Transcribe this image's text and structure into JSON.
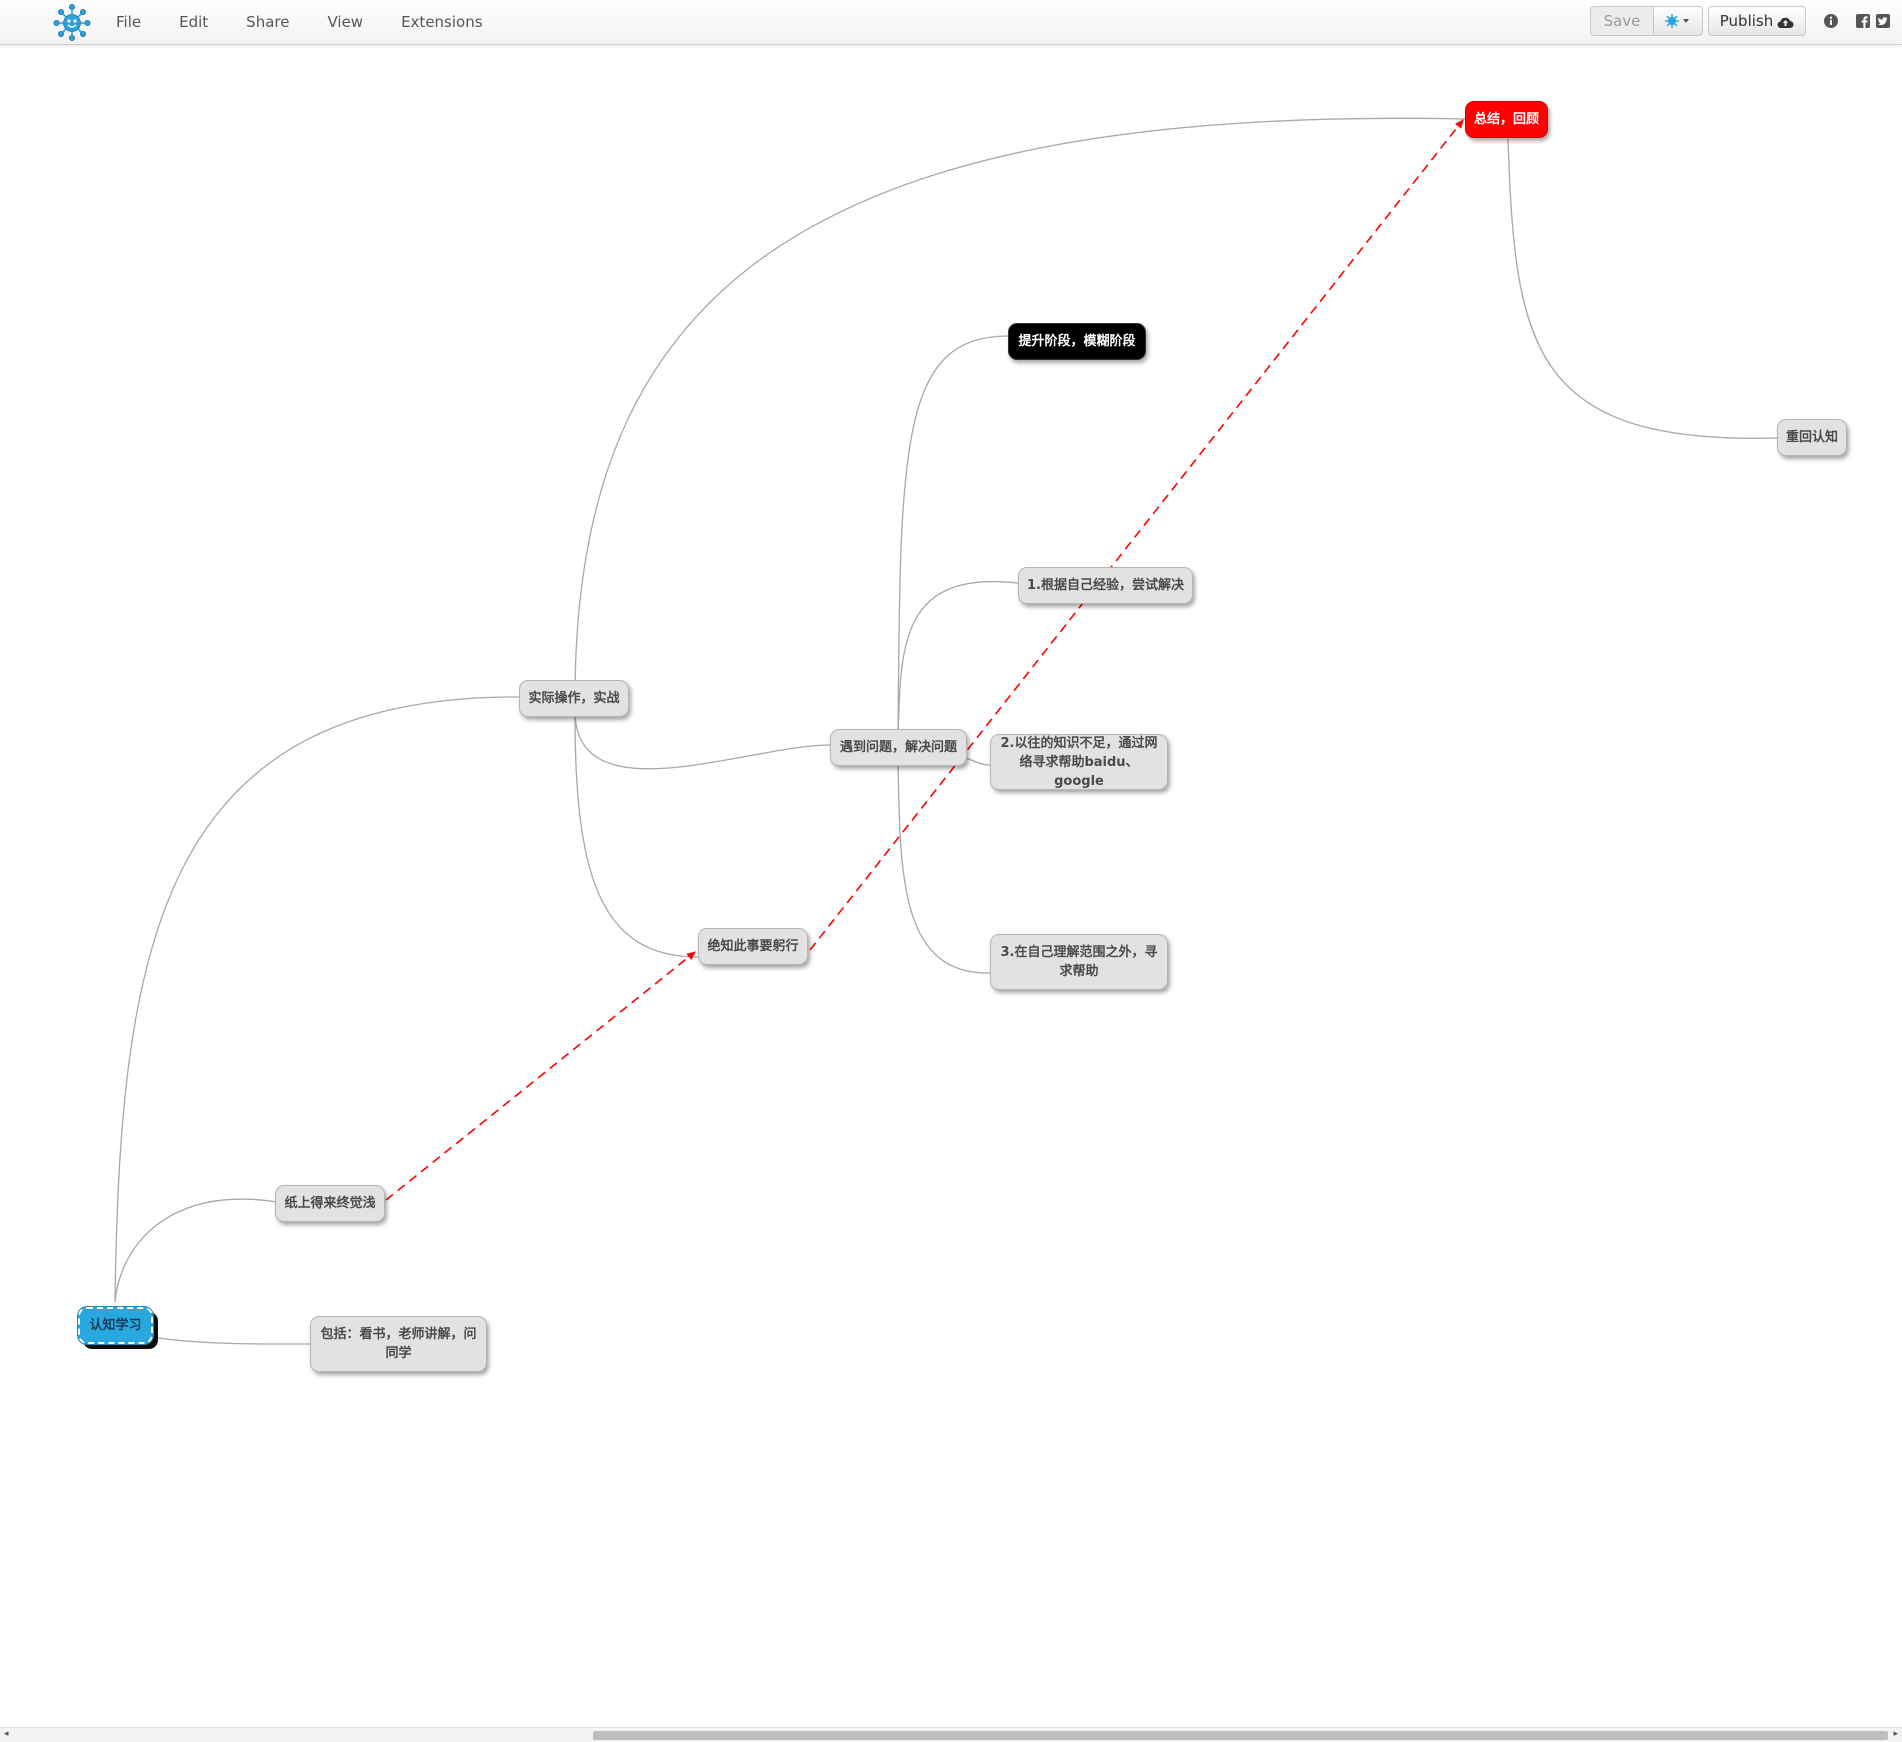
{
  "menubar": {
    "items": [
      "File",
      "Edit",
      "Share",
      "View",
      "Extensions"
    ],
    "save_label": "Save",
    "publish_label": "Publish",
    "icons": [
      "info-icon",
      "facebook-icon",
      "twitter-icon"
    ]
  },
  "colors": {
    "root_node": "#29a8e0",
    "summary_node": "#ff0000",
    "upgrade_node": "#000000",
    "default_node": "#e2e2e2",
    "connector": "#a8a8a8",
    "dashed_arrow": "#ff0000"
  },
  "mindmap": {
    "root": "认知学习",
    "nodes": {
      "paper": "纸上得来终觉浅",
      "includes": "包括：看书，老师讲解，问同学",
      "practice": "实际操作，实战",
      "must_do": "绝知此事要躬行",
      "problem": "遇到问题，解决问题",
      "upgrade": "提升阶段，模糊阶段",
      "step1": "1.根据自己经验，尝试解决",
      "step2": "2.以往的知识不足，通过网络寻求帮助baidu、google",
      "step3": "3.在自己理解范围之外，寻求帮助",
      "summary": "总结，回顾",
      "return": "重回认知"
    }
  },
  "scrollbar": {
    "left_arrow": "◂",
    "right_arrow": "▸"
  }
}
